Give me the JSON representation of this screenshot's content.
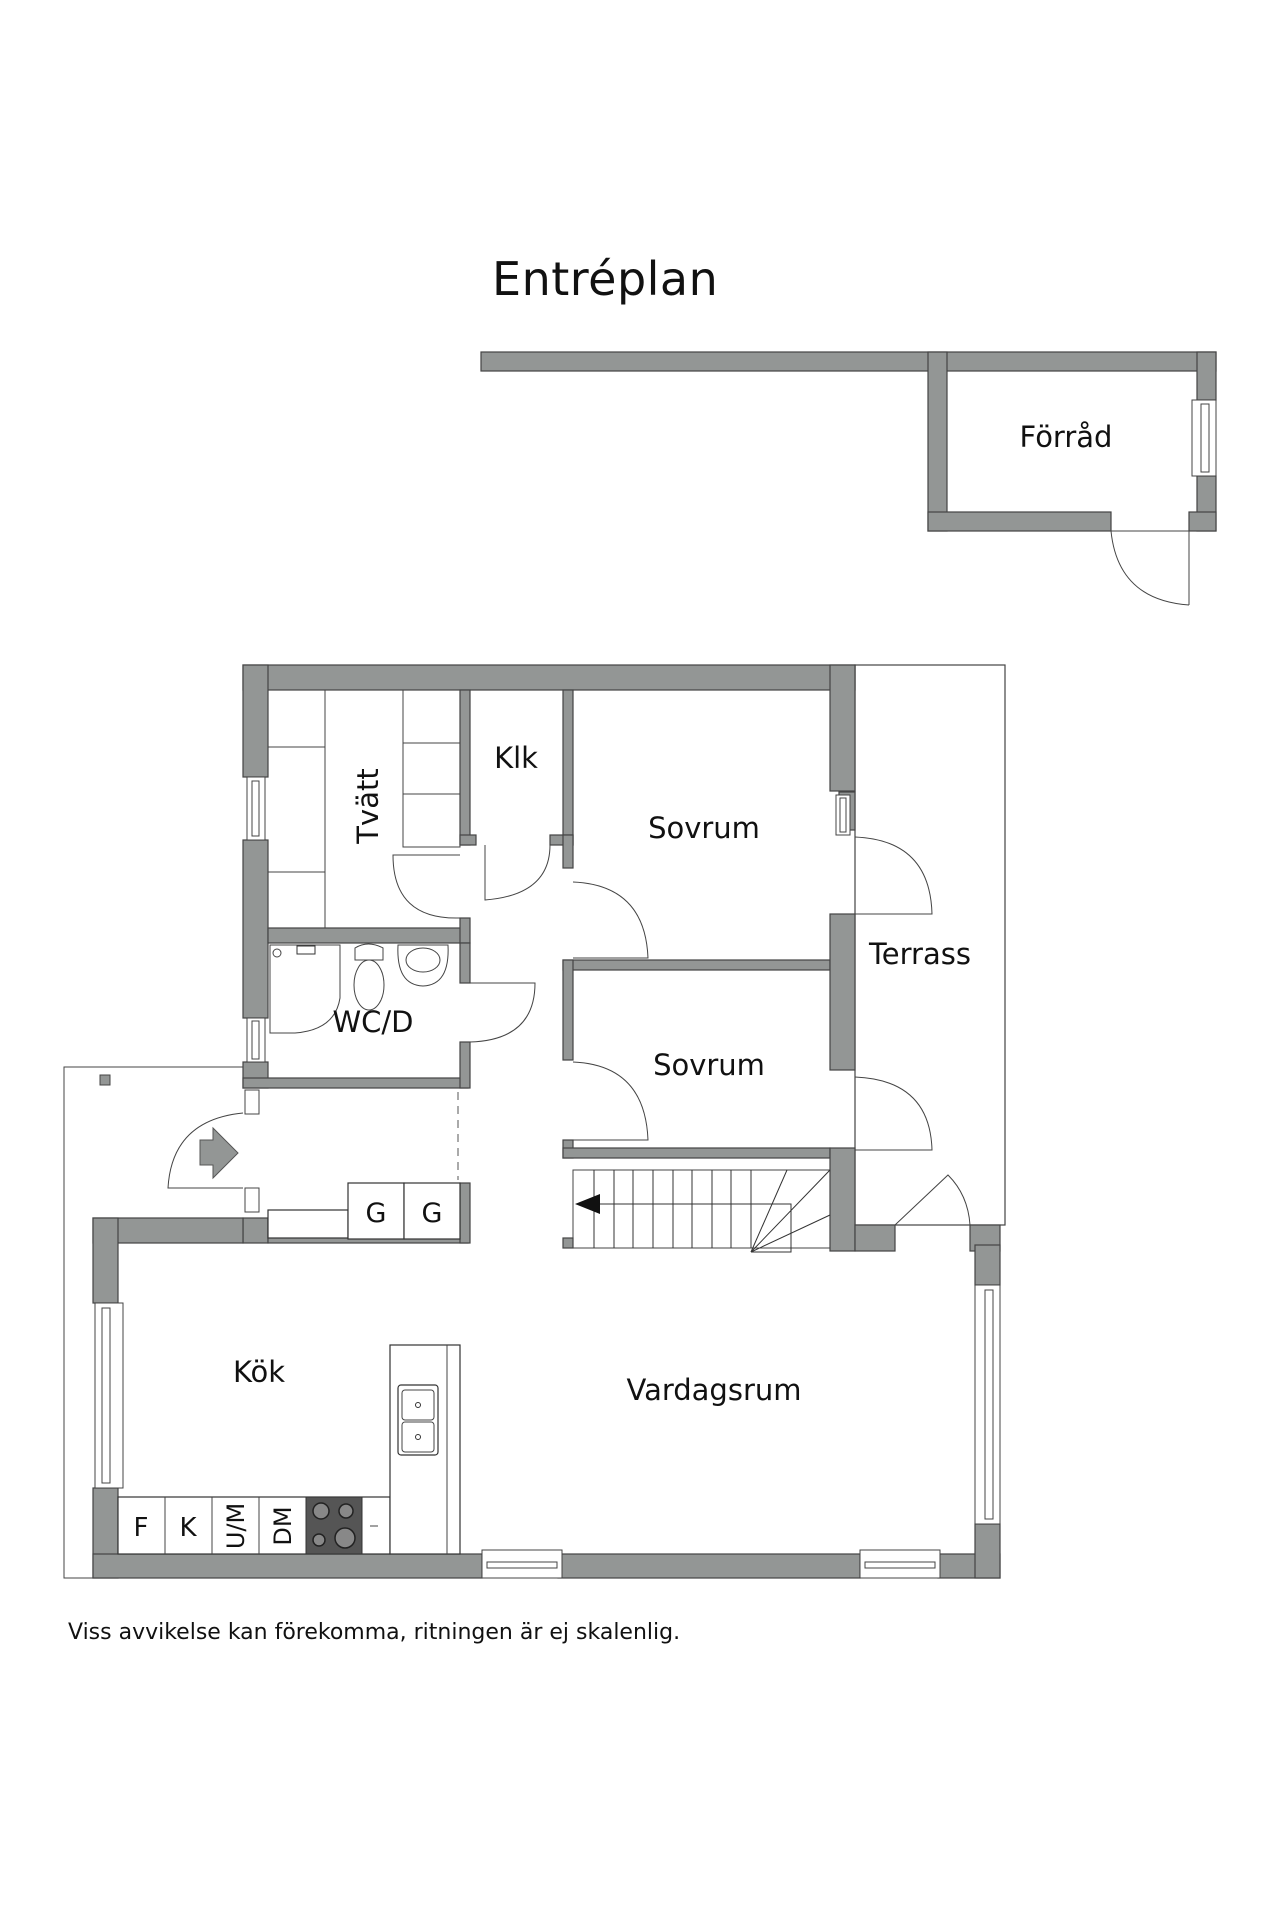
{
  "title": "Entréplan",
  "colors": {
    "wall": "#939695",
    "line": "#333333",
    "background": "#ffffff"
  },
  "rooms": {
    "forrad": "Förråd",
    "tvatt": "Tvätt",
    "klk": "Klk",
    "sovrum1": "Sovrum",
    "sovrum2": "Sovrum",
    "terrass": "Terrass",
    "wcd": "WC/D",
    "kok": "Kök",
    "vardagsrum": "Vardagsrum"
  },
  "fixtures": {
    "garderob1": "G",
    "garderob2": "G",
    "kitchen": [
      "F",
      "K",
      "U/M",
      "DM"
    ]
  },
  "icons": [
    "entrance-arrow-icon",
    "stair-direction-arrow-icon",
    "stove-icon",
    "sink-icon",
    "toilet-icon",
    "washbasin-icon",
    "shower-icon"
  ],
  "footer_note": "Viss avvikelse kan förekomma, ritningen är ej skalenlig."
}
